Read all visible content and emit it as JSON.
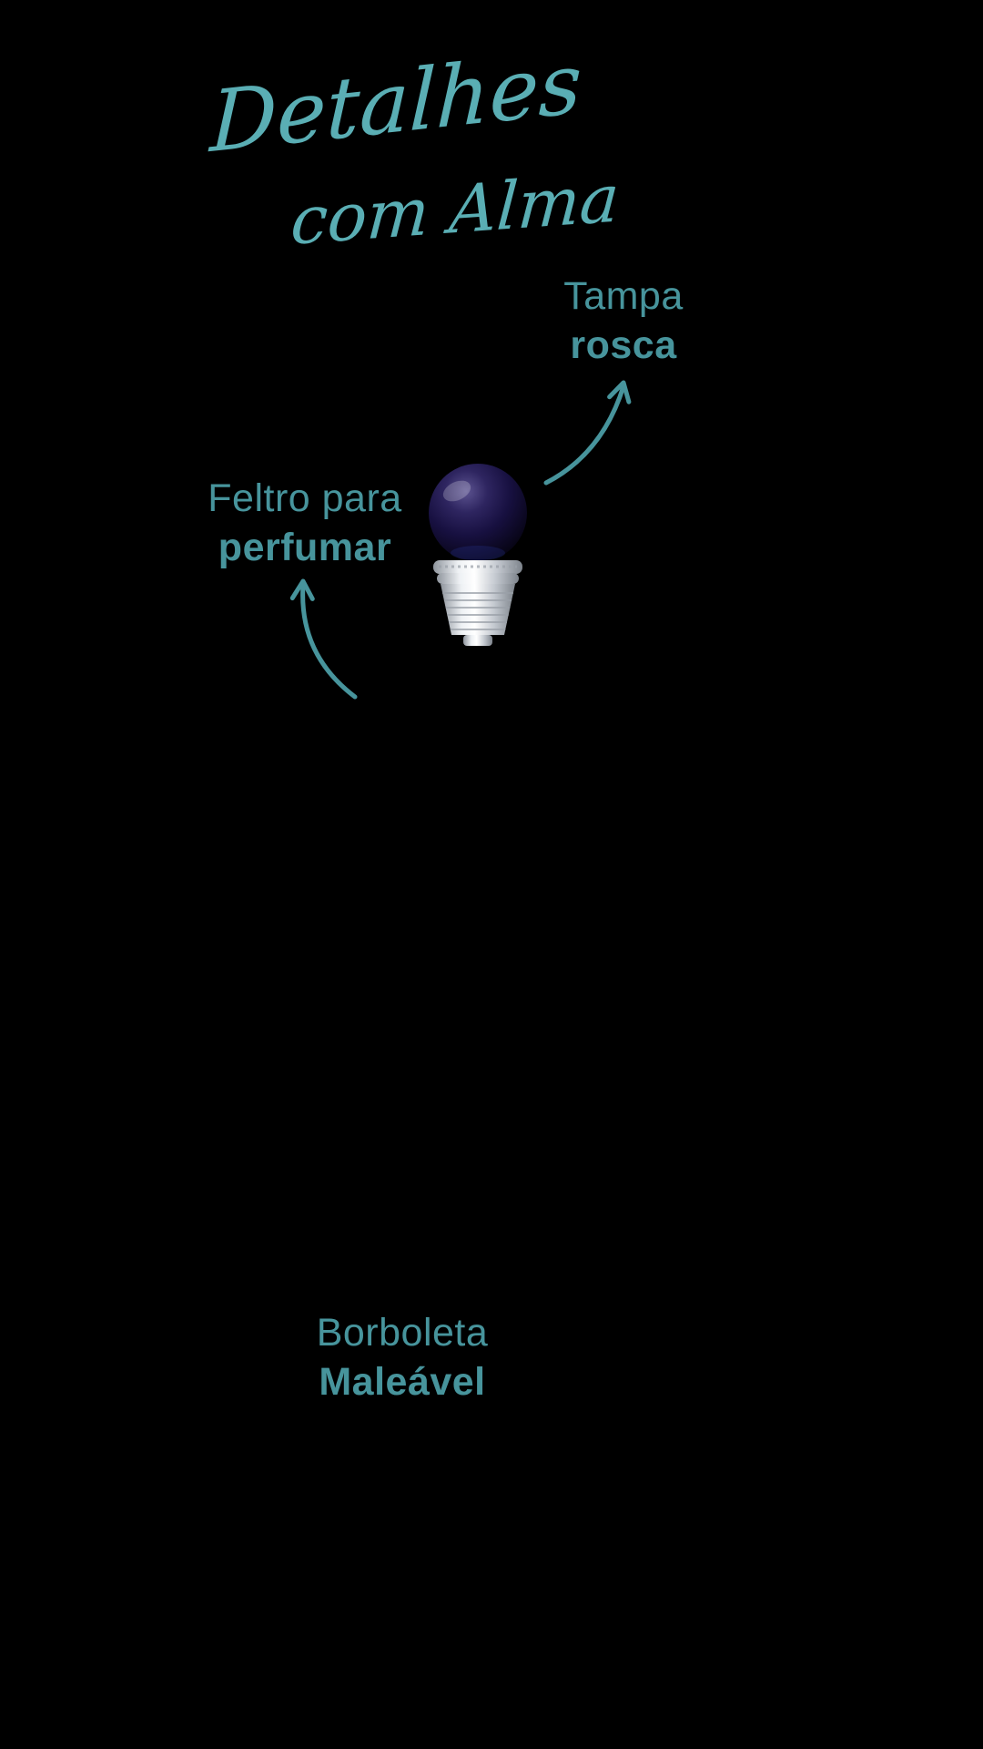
{
  "colors": {
    "background": "#000000",
    "script_accent": "#5aaeb4",
    "label_accent": "#47949c",
    "sphere_color": "#171040",
    "metal_color": "#d8dce1"
  },
  "heading": {
    "line1": "Detalhes",
    "line2": "com Alma"
  },
  "callouts": {
    "tampa": {
      "line1": "Tampa",
      "line2": "rosca"
    },
    "feltro": {
      "line1": "Feltro para",
      "line2": "perfumar"
    },
    "borboleta": {
      "line1": "Borboleta",
      "line2": "Maleável"
    }
  },
  "icons": {
    "tampa_arrow": "curved-arrow-up-right",
    "feltro_arrow": "curved-arrow-up"
  }
}
